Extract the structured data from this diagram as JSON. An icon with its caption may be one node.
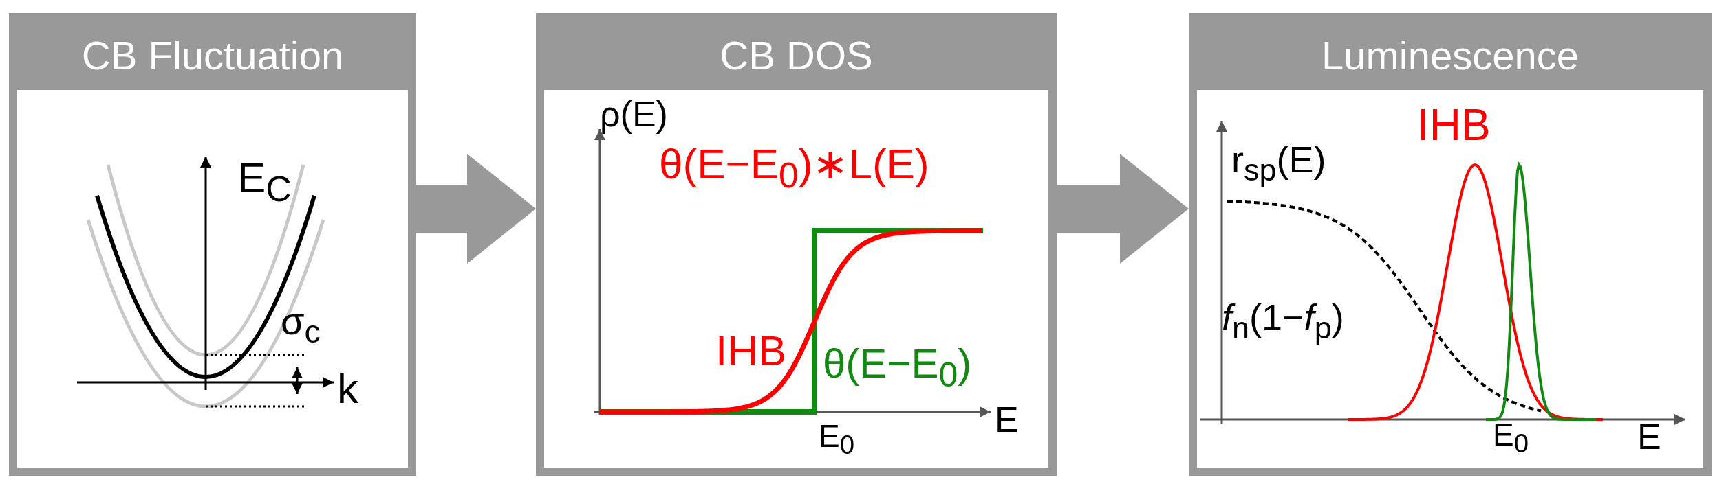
{
  "diagram": {
    "nodes": [
      {
        "text": [
          "CB Fluctuation"
        ]
      },
      {
        "text": [
          "CB DOS"
        ]
      },
      {
        "text": [
          "Luminescence"
        ]
      }
    ],
    "edges": [
      {
        "from": 0,
        "to": 1,
        "arrow": "to"
      },
      {
        "from": 1,
        "to": 2,
        "arrow": "to"
      }
    ],
    "labels": [
      "E$_{C}$",
      "σ$_{c}$",
      "k",
      "ρ(E)",
      "θ(E−E$_{0}$)∗L(E)",
      "IHB",
      "θ(E−E$_{0}$)",
      "E",
      "E$_{0}$",
      "r$_{sp}$(E)",
      "IHB",
      "*f*$_{n}$(1−*f*$_{p}$)",
      "E$_{0}$",
      "E"
    ]
  }
}
